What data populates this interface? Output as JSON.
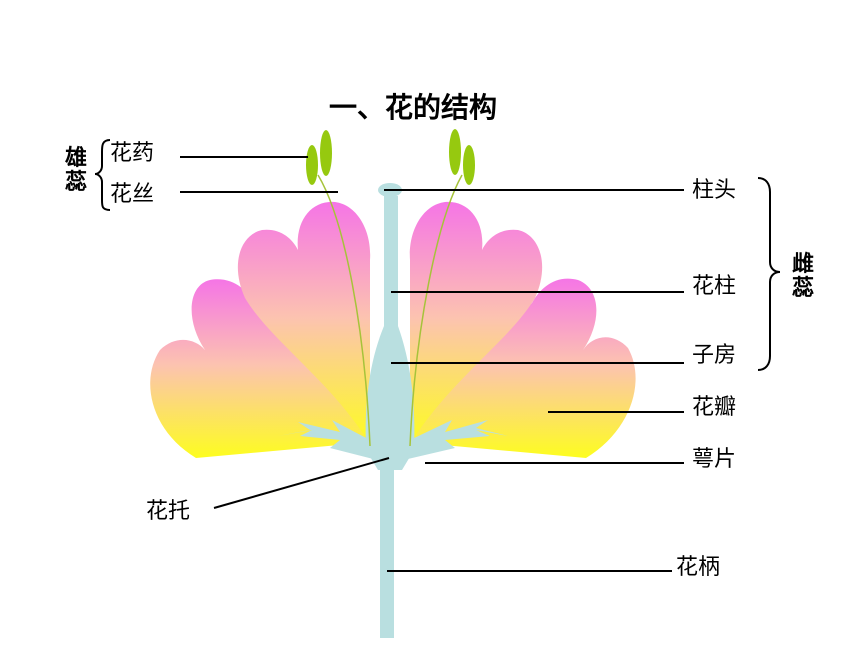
{
  "title": "一、花的结构",
  "labels": {
    "anther": "花药",
    "filament": "花丝",
    "stamen": "雄蕊",
    "stigma": "柱头",
    "style": "花柱",
    "ovary": "子房",
    "pistil": "雌蕊",
    "petal": "花瓣",
    "sepal": "萼片",
    "receptacle": "花托",
    "pedicel": "花柄"
  },
  "colors": {
    "petal_top": "#f575e6",
    "petal_mid": "#fcc3b0",
    "petal_bottom": "#fdfd20",
    "pistil": "#b9dfe0",
    "anther": "#96c90f",
    "filament": "#a6c33a",
    "line": "#000000"
  }
}
